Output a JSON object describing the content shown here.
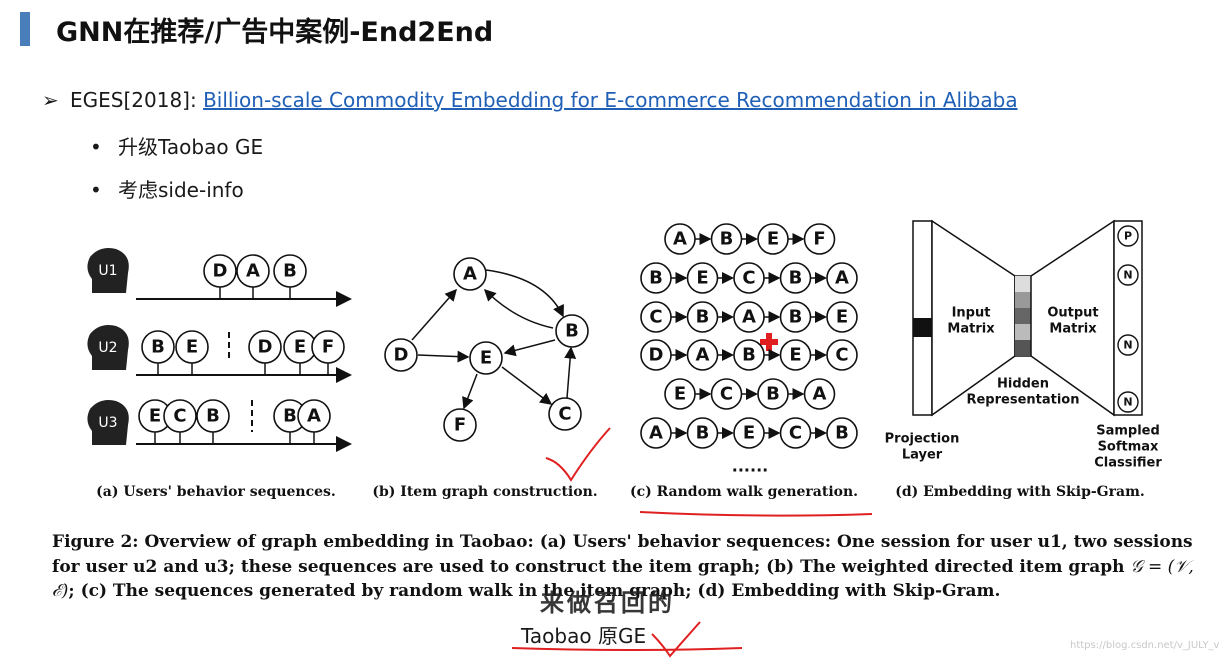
{
  "title": "GNN在推荐/广告中案例-End2End",
  "bullet": {
    "prefix": "EGES[2018]: ",
    "link_text": "Billion-scale Commodity Embedding for E-commerce Recommendation in Alibaba",
    "subs": [
      "升级Taobao GE",
      "考虑side-info"
    ]
  },
  "figure": {
    "panel_a": {
      "users": [
        "U1",
        "U2",
        "U3"
      ],
      "u1_nodes": [
        "D",
        "A",
        "B"
      ],
      "u2_nodes": [
        "B",
        "E",
        "D",
        "E",
        "F"
      ],
      "u3_nodes": [
        "E",
        "C",
        "B",
        "B",
        "A"
      ],
      "caption": "(a) Users' behavior sequences."
    },
    "panel_b": {
      "nodes": [
        "A",
        "B",
        "D",
        "E",
        "F",
        "C"
      ],
      "caption": "(b) Item graph construction."
    },
    "panel_c": {
      "rows": [
        [
          "A",
          "B",
          "E",
          "F"
        ],
        [
          "B",
          "E",
          "C",
          "B",
          "A"
        ],
        [
          "C",
          "B",
          "A",
          "B",
          "E"
        ],
        [
          "D",
          "A",
          "B",
          "E",
          "C"
        ],
        [
          "E",
          "C",
          "B",
          "A"
        ],
        [
          "A",
          "B",
          "E",
          "C",
          "B"
        ]
      ],
      "ellipsis": "......",
      "caption": "(c) Random walk generation."
    },
    "panel_d": {
      "input_matrix": "Input\nMatrix",
      "output_matrix": "Output\nMatrix",
      "hidden": "Hidden\nRepresentation",
      "projection": "Projection\nLayer",
      "sampled": "Sampled\nSoftmax\nClassifier",
      "outputs": [
        "P",
        "N",
        "N",
        "N"
      ],
      "caption": "(d) Embedding with Skip-Gram."
    }
  },
  "caption": {
    "part1": "Figure 2: Overview of graph embedding in Taobao: (a) Users' behavior sequences: One session for user u1, two sessions for user u2 and u3; these sequences are used to construct the item graph; (b) The weighted directed item graph ",
    "math": "𝒢 = (𝒱, ℰ)",
    "part2": "; (c) The sequences generated by random walk in the item graph; (d) Embedding with Skip-Gram."
  },
  "annotation": {
    "handwritten": "来做召回的",
    "label": "Taobao 原GE"
  },
  "watermark": "https://blog.csdn.net/v_JULY_v",
  "colors": {
    "accent_bar": "#4a7ebb",
    "link": "#1f5fb6",
    "pen": "#e02020"
  }
}
